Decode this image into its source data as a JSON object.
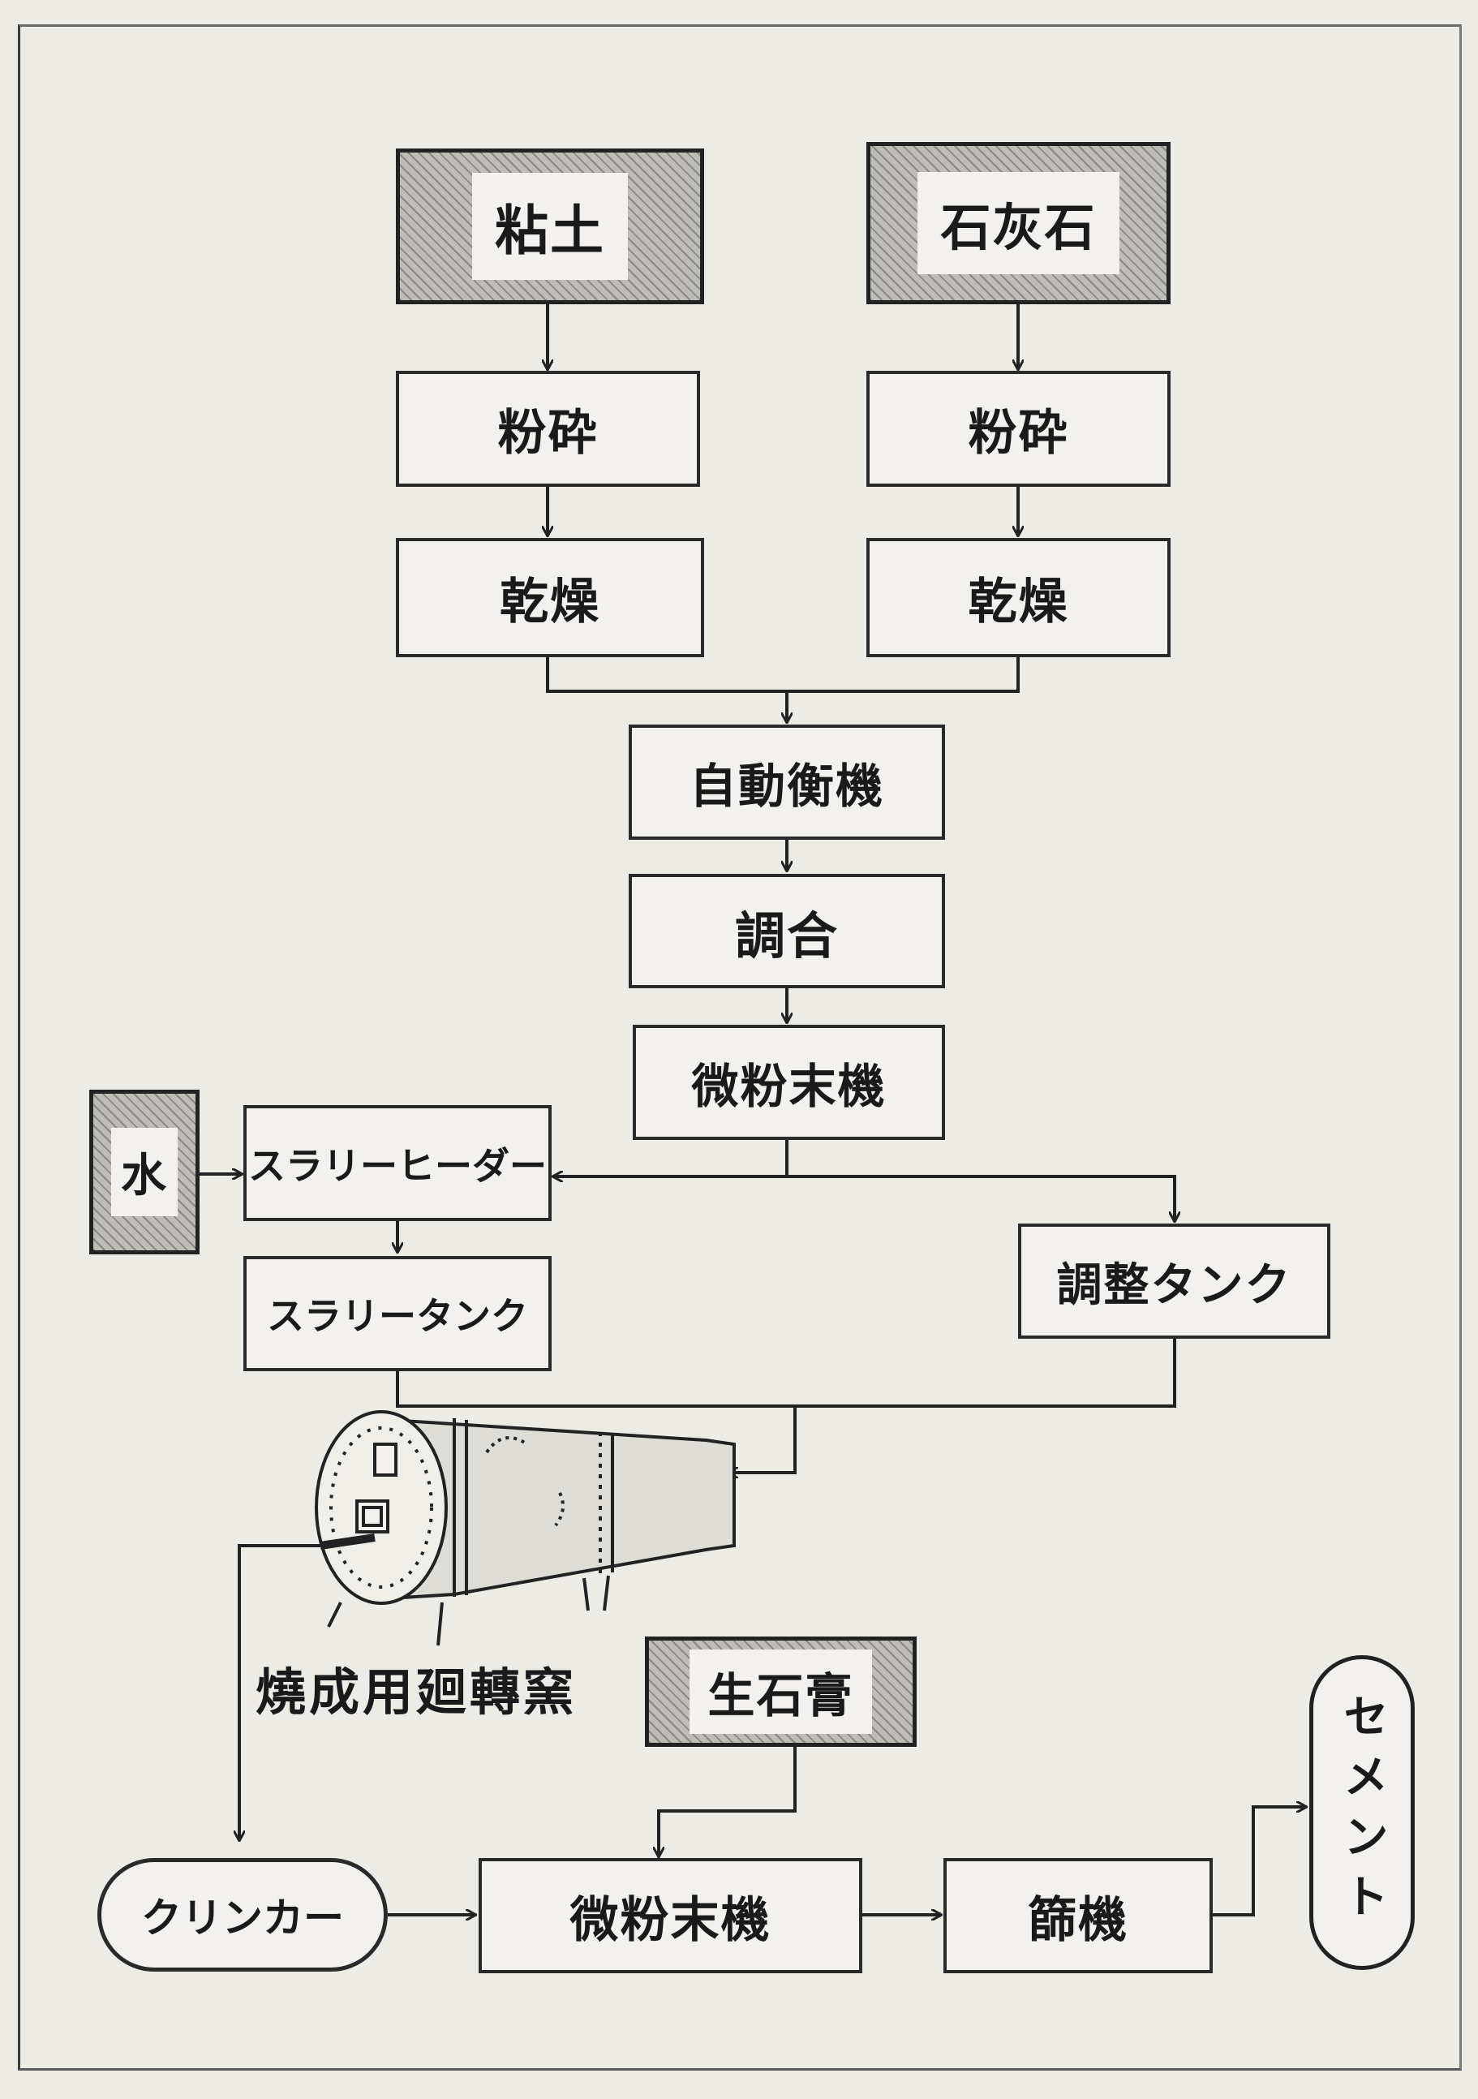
{
  "raw_materials": {
    "clay": "粘土",
    "limestone": "石灰石",
    "water": "水",
    "gypsum": "生石膏"
  },
  "left_chain": {
    "crush": "粉砕",
    "dry": "乾燥"
  },
  "right_chain": {
    "crush": "粉砕",
    "dry": "乾燥"
  },
  "center_chain": {
    "auto_scale": "自動衡機",
    "blend": "調合",
    "fine_mill": "微粉末機"
  },
  "slurry": {
    "heater": "スラリーヒーダー",
    "tank": "スラリータンク",
    "adjust_tank": "調整タンク"
  },
  "kiln": {
    "label": "燒成用廻轉窯"
  },
  "final": {
    "clinker": "クリンカー",
    "fine_mill": "微粉末機",
    "sieve": "篩機",
    "cement": "セメント"
  }
}
